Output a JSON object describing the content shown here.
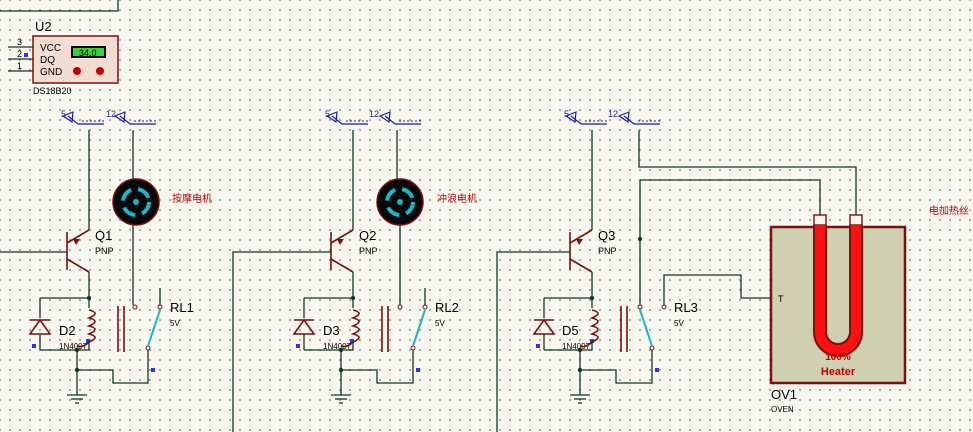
{
  "sensor": {
    "ref": "U2",
    "pins": [
      "VCC",
      "DQ",
      "GND"
    ],
    "pin_numbers": [
      "3",
      "2",
      "1"
    ],
    "reading": "34.0",
    "part": "DS18B20"
  },
  "stages": [
    {
      "power_labels": [
        "5",
        "12"
      ],
      "transistor": {
        "ref": "Q1",
        "type": "PNP"
      },
      "motor_label": "按摩电机",
      "diode": {
        "ref": "D2",
        "part": "1N4007"
      },
      "relay": {
        "ref": "RL1",
        "value": "5V"
      }
    },
    {
      "power_labels": [
        "5",
        "12"
      ],
      "transistor": {
        "ref": "Q2",
        "type": "PNP"
      },
      "motor_label": "冲浪电机",
      "diode": {
        "ref": "D3",
        "part": "1N4007"
      },
      "relay": {
        "ref": "RL2",
        "value": "5V"
      }
    },
    {
      "power_labels": [
        "5",
        "12"
      ],
      "transistor": {
        "ref": "Q3",
        "type": "PNP"
      },
      "diode": {
        "ref": "D5",
        "part": "1N4007"
      },
      "relay": {
        "ref": "RL3",
        "value": "5V"
      }
    }
  ],
  "oven": {
    "ref": "OV1",
    "part": "OVEN",
    "pin_label": "T",
    "level": "100%",
    "element_label": "Heater",
    "heater_text_label": "电加热丝"
  },
  "colors": {
    "wire": "#0d3b1f",
    "component": "#7a1010",
    "pin_marker": "#3030ff",
    "heater": "#ff0000",
    "oven_fill": "#cfcfb2",
    "motor_ring": "#1bb7c9"
  }
}
